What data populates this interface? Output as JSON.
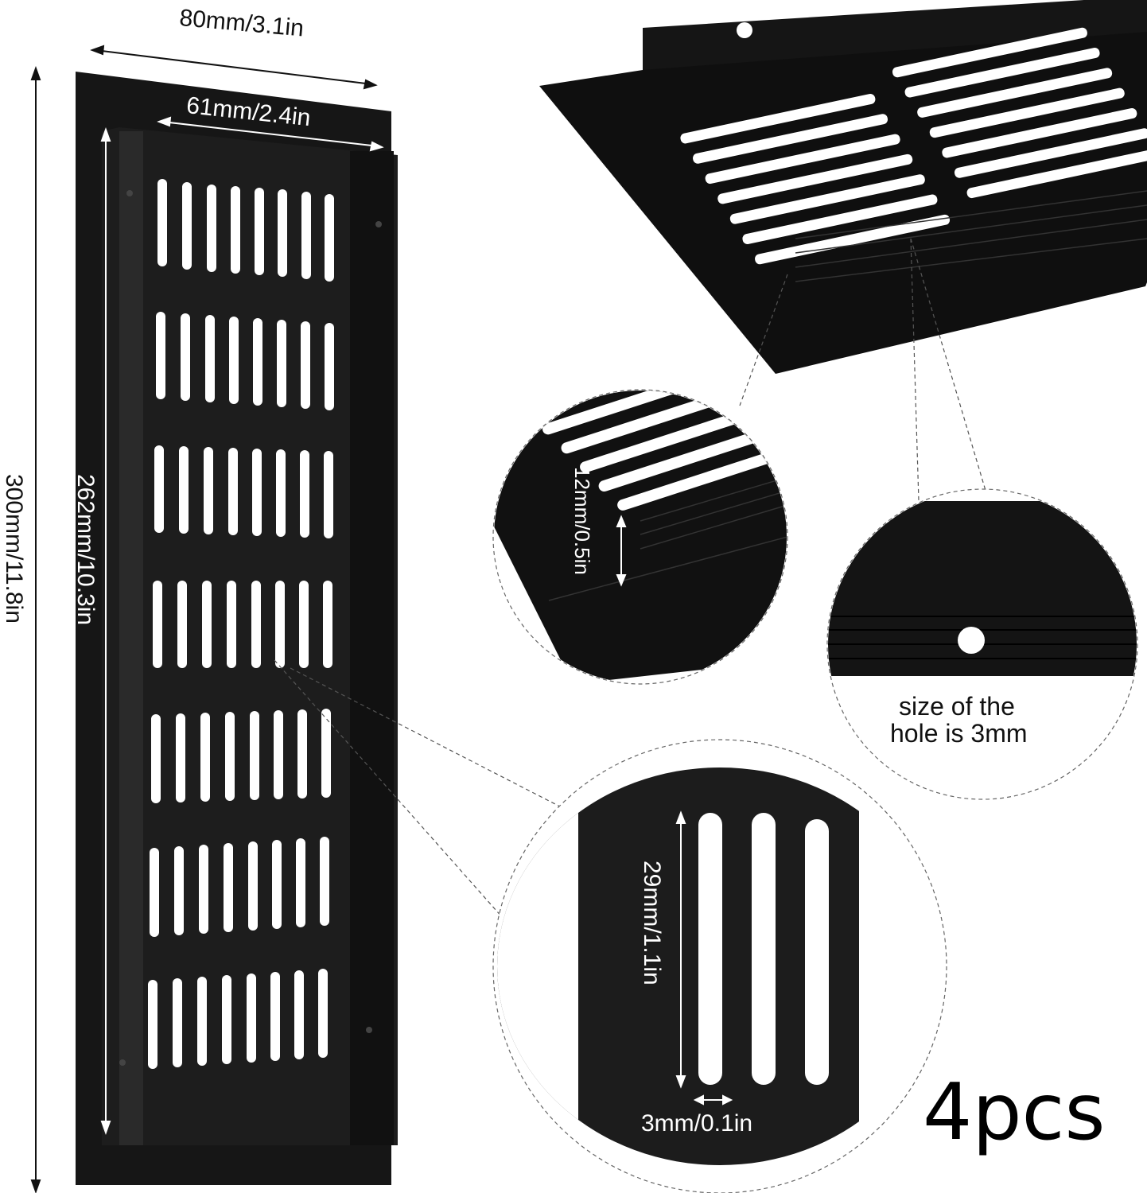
{
  "product": {
    "name": "Black aluminum vent grille",
    "quantity_label": "4pcs",
    "body_color": "#141414",
    "slot_color": "#ffffff"
  },
  "dimensions": {
    "overall_width": "80mm/3.1in",
    "inner_width": "61mm/2.4in",
    "overall_length": "300mm/11.8in",
    "vent_length": "262mm/10.3in",
    "flange_height": "12mm/0.5in",
    "slot_length": "29mm/1.1in",
    "slot_width": "3mm/0.1in"
  },
  "callouts": {
    "hole_note_line1": "size of the",
    "hole_note_line2": "hole is 3mm"
  },
  "grid": {
    "rows": 7,
    "cols": 8
  }
}
